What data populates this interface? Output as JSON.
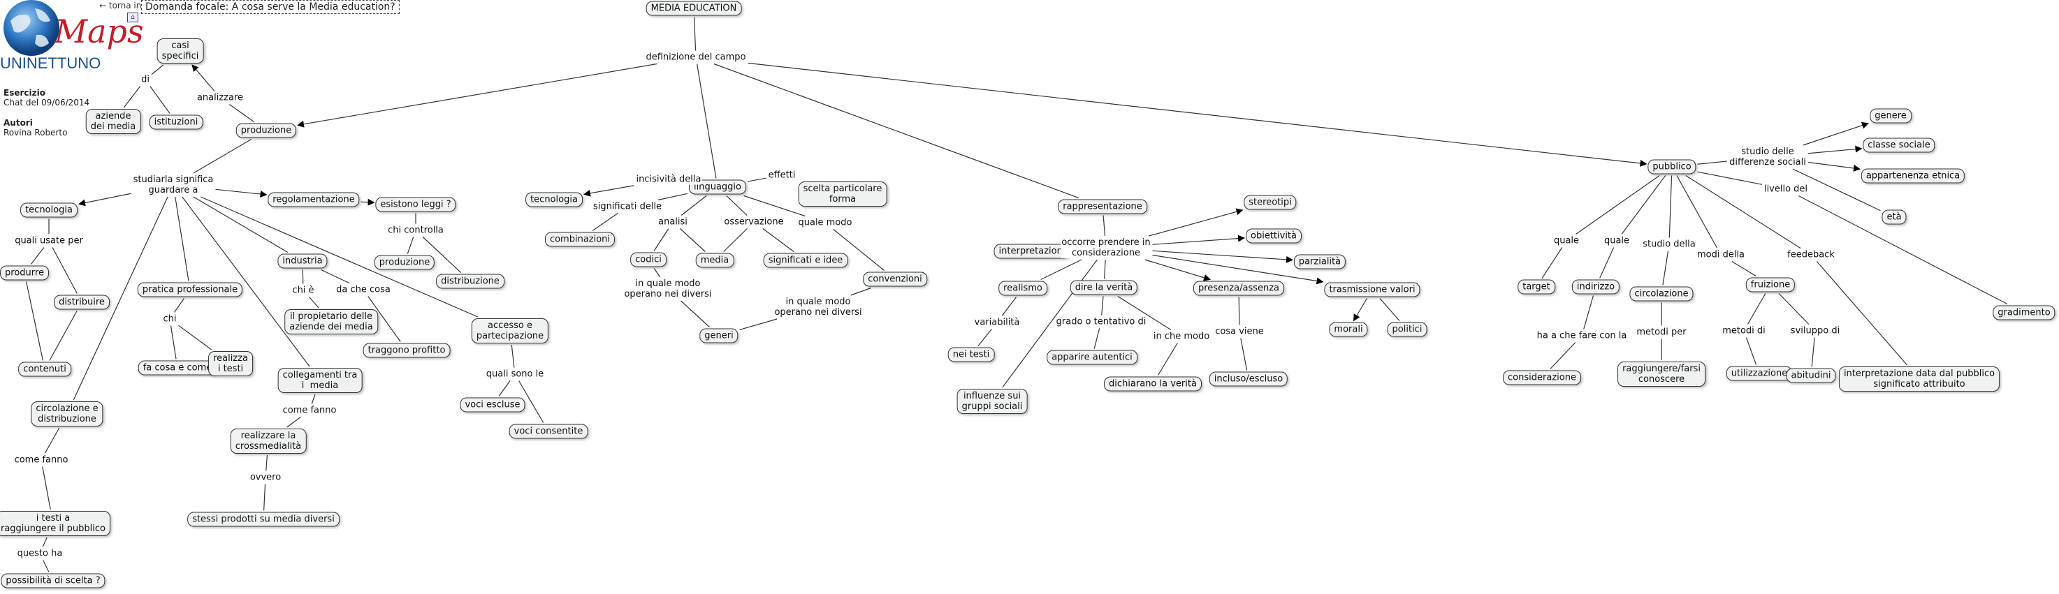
{
  "header": {
    "back_label": "← torna indietro",
    "focus_question": "Domanda focale: A cosa serve la Media education?",
    "logo_word": "Maps",
    "logo_brand": "UNINETTUNO",
    "exercise_heading": "Esercizio",
    "exercise_value": "Chat del 09/06/2014",
    "authors_heading": "Autori",
    "authors_value": "Rovina Roberto"
  },
  "colors": {
    "brand_blue": "#1a4f8c",
    "logo_red": "#c0202a",
    "node_fill": "#f0f2f2",
    "line": "#333333"
  },
  "nodes": {
    "media_education": "MEDIA EDUCATION",
    "casi_specifici": "casi\nspecifici",
    "aziende_media": "aziende\ndei media",
    "istituzioni": "istituzioni",
    "produzione": "produzione",
    "tecnologia_left": "tecnologia",
    "regolamentazione": "regolamentazione",
    "esistono_leggi": "esistono leggi ?",
    "produzione2": "produzione",
    "distribuzione": "distribuzione",
    "produrre": "produrre",
    "distribuire": "distribuire",
    "contenuti": "contenuti",
    "pratica_professionale": "pratica professionale",
    "fa_cosa_e_come": "fa cosa e come",
    "realizza_testi": "realizza\ni testi",
    "industria": "industria",
    "proprietario_aziende": "il propietario delle\naziende dei media",
    "traggono_profitto": "traggono profitto",
    "accesso_partecipazione": "accesso e\npartecipazione",
    "voci_escluse": "voci escluse",
    "voci_consentite": "voci consentite",
    "collegamenti": "collegamenti tra\ni  media",
    "crossmedialita": "realizzare la\ncrossmedialità",
    "stessi_prodotti": "stessi prodotti su media diversi",
    "circolazione_distribuzione": "circolazione e\ndistribuzione",
    "testi_pubblico": "i testi a\nraggiungere il pubblico",
    "possibilita_scelta": "possibilità di scelta ?",
    "linguaggio": "linguaggio",
    "tecnologia_mid": "tecnologia",
    "combinazioni": "combinazioni",
    "codici": "codici",
    "media": "media",
    "significati_idee": "significati e idee",
    "scelta_forma": "scelta particolare\nforma",
    "convenzioni": "convenzioni",
    "generi": "generi",
    "rappresentazione": "rappresentazione",
    "interpretazioni": "interpretazioni",
    "realismo": "realismo",
    "nei_testi": "nei testi",
    "influenze": "influenze sui\ngruppi sociali",
    "dire_verita": "dire la verità",
    "apparire_autentici": "apparire autentici",
    "dichiarano_verita": "dichiarano la verità",
    "presenza_assenza": "presenza/assenza",
    "incluso_escluso": "incluso/escluso",
    "stereotipi": "stereotipi",
    "obiettivita": "obiettività",
    "parzialita": "parzialità",
    "trasmissione_valori": "trasmissione valori",
    "morali": "morali",
    "politici": "politici",
    "pubblico": "pubblico",
    "genere": "genere",
    "classe_sociale": "classe sociale",
    "appartenenza_etnica": "appartenenza etnica",
    "eta": "età",
    "target": "target",
    "indirizzo": "indirizzo",
    "considerazione": "considerazione",
    "circolazione": "circolazione",
    "raggiungere_conoscere": "raggiungere/farsi\nconoscere",
    "fruizione": "fruizione",
    "utilizzazione": "utilizzazione",
    "abitudini": "abitudini",
    "interpretazione_data": "interpretazione data dal pubblico\nsignificato attribuito",
    "gradimento": "gradimento"
  },
  "links": {
    "definizione_del_campo": "definizione del campo",
    "analizzare": "analizzare",
    "di": "di",
    "studiarla": "studiarla significa\nguardare a",
    "quali_usate_per": "quali usate per",
    "chi_controlla": "chi controlla",
    "chi_prof": "chi",
    "chi_e": "chi è",
    "da_che_cosa": "da che cosa",
    "quali_sono_le": "quali sono le",
    "come_fanno_1": "come fanno",
    "ovvero": "ovvero",
    "come_fanno_2": "come fanno",
    "questo_ha": "questo ha",
    "incisivita": "incisività della",
    "effetti": "effetti",
    "significati_delle": "significati delle",
    "analisi": "analisi",
    "osservazione": "osservazione",
    "quale_modo": "quale modo",
    "in_quale_modo_1": "in quale modo\noperano nei diversi",
    "in_quale_modo_2": "in quale modo\noperano nei diversi",
    "occorre": "occorre prendere in\nconsiderazione",
    "variabilita": "variabilità",
    "grado": "grado o tentativo di",
    "in_che_modo": "in che modo",
    "cosa_viene": "cosa viene",
    "studio_differenze": "studio delle\ndifferenze sociali",
    "livello_del": "livello del",
    "quale_1": "quale",
    "quale_2": "quale",
    "studio_della": "studio della",
    "modi_della": "modi della",
    "feedeback": "feedeback",
    "ha_a_che_fare": "ha a che fare con la",
    "metodi_per": "metodi per",
    "metodi_di": "metodi di",
    "sviluppo_di": "sviluppo di"
  }
}
